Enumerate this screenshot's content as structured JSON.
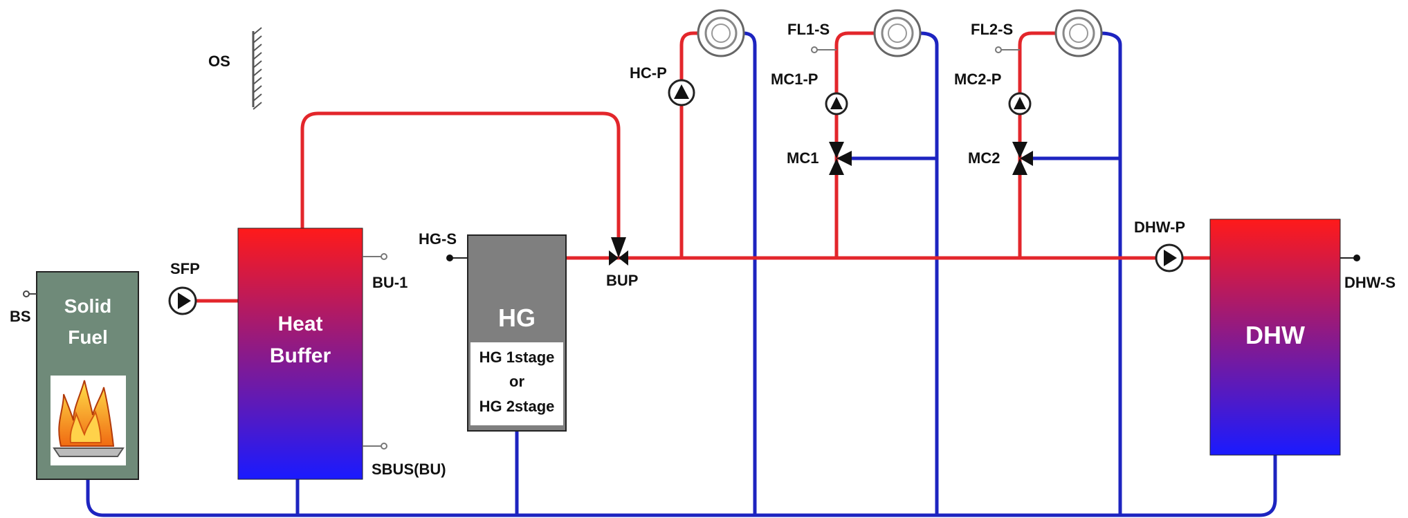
{
  "labels": {
    "os": "OS",
    "bs": "BS",
    "solid_fuel_line1": "Solid",
    "solid_fuel_line2": "Fuel",
    "sfp": "SFP",
    "heat_buffer_line1": "Heat",
    "heat_buffer_line2": "Buffer",
    "bu1": "BU-1",
    "sbus": "SBUS(BU)",
    "hg_s": "HG-S",
    "hg": "HG",
    "hg_stage1": "HG 1stage",
    "hg_or": "or",
    "hg_stage2": "HG 2stage",
    "bup": "BUP",
    "hc_p": "HC-P",
    "fl1_s": "FL1-S",
    "mc1_p": "MC1-P",
    "mc1": "MC1",
    "fl2_s": "FL2-S",
    "mc2_p": "MC2-P",
    "mc2": "MC2",
    "dhw_p": "DHW-P",
    "dhw": "DHW",
    "dhw_s": "DHW-S"
  },
  "colors": {
    "hot_pipe": "#e3262b",
    "cold_pipe": "#1d24c0",
    "solid_fuel_box": "#6f8a79",
    "heat_generator_box": "#7f7f7f",
    "tank_top": "#ff1a1a",
    "tank_bottom": "#1a1aff"
  }
}
